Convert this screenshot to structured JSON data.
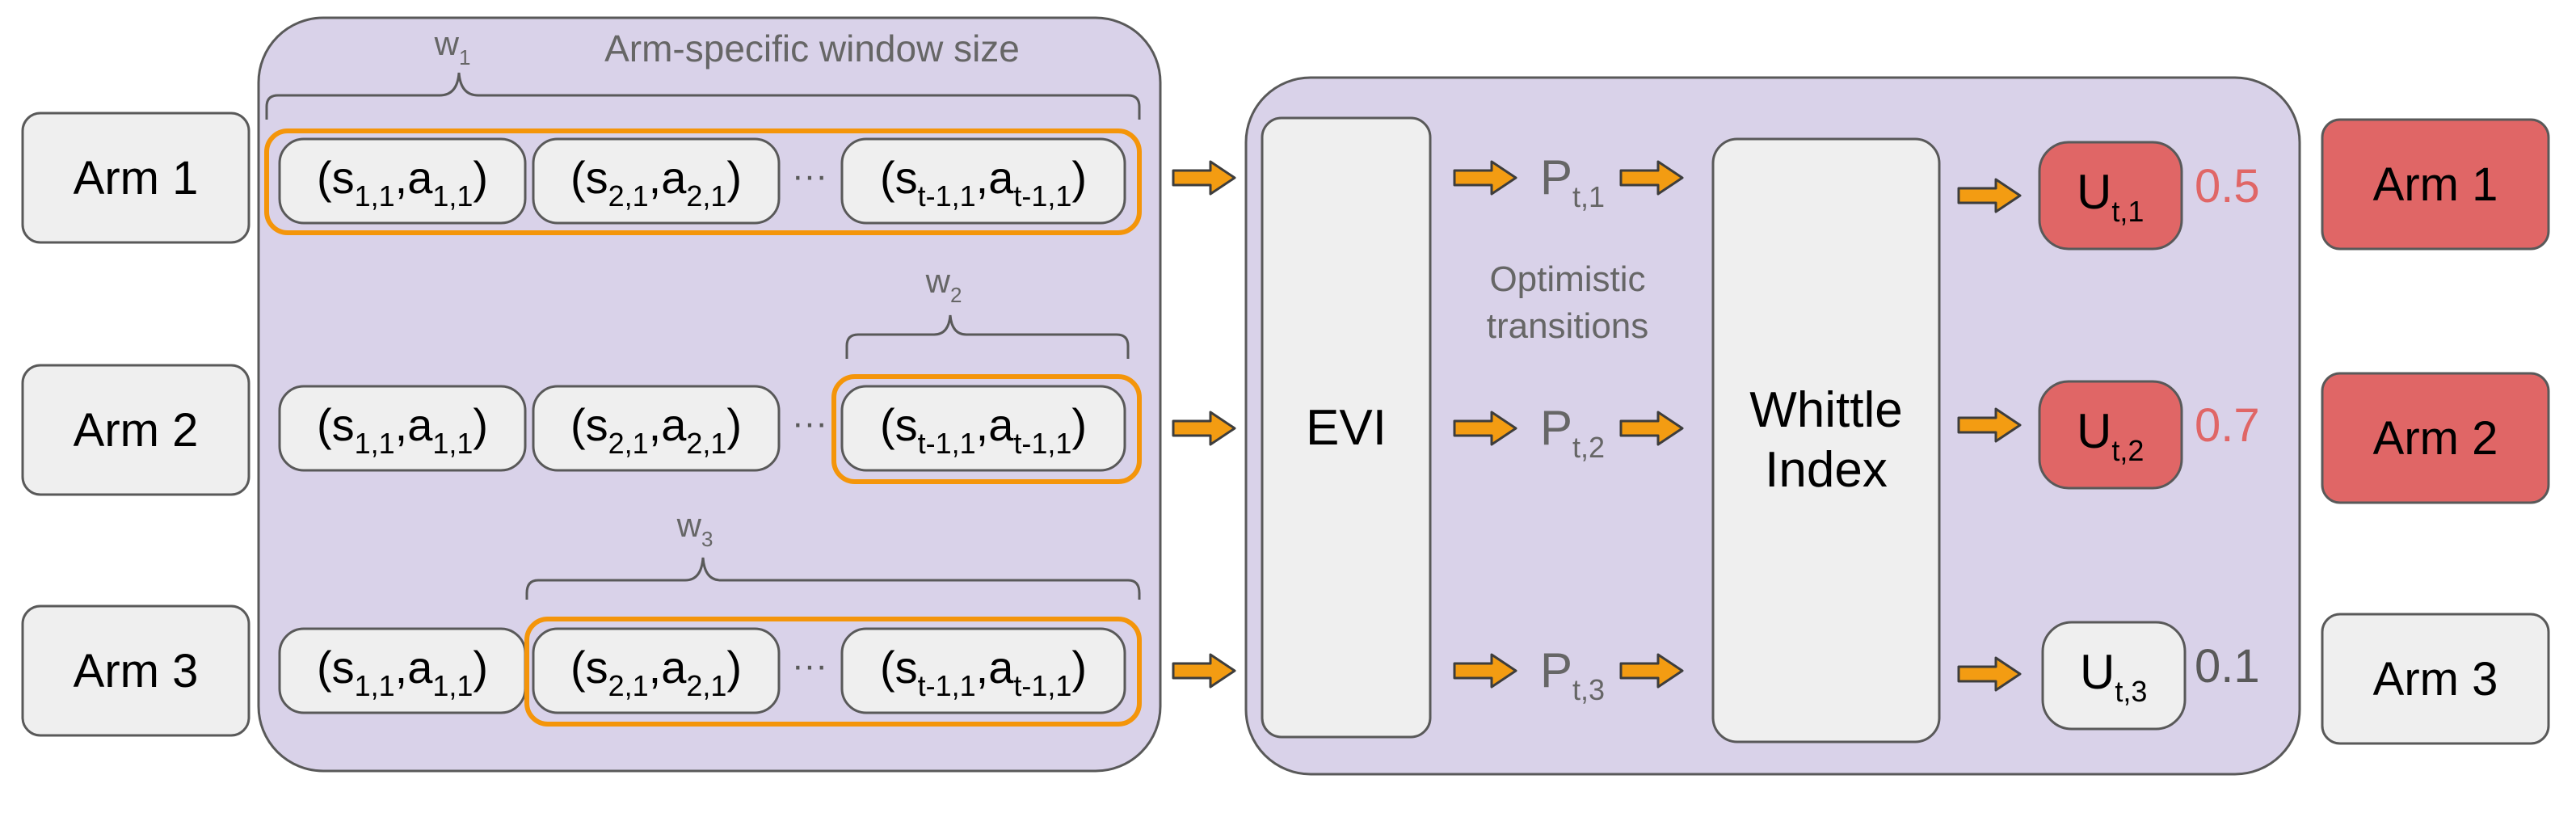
{
  "left_arms": [
    "Arm 1",
    "Arm 2",
    "Arm 3"
  ],
  "window_panel": {
    "title": "Arm-specific window size",
    "window_labels": [
      {
        "main": "w",
        "sub": "1"
      },
      {
        "main": "w",
        "sub": "2"
      },
      {
        "main": "w",
        "sub": "3"
      }
    ],
    "tuple_first": {
      "s": "s",
      "s_sub": "1,1",
      "a": "a",
      "a_sub": "1,1"
    },
    "tuple_second": {
      "s": "s",
      "s_sub": "2,1",
      "a": "a",
      "a_sub": "2,1"
    },
    "tuple_last": {
      "s": "s",
      "s_sub": "t-1,1",
      "a": "a",
      "a_sub": "t-1,1"
    },
    "ellipsis": "···"
  },
  "evi_panel": {
    "evi_label": "EVI",
    "optimistic_label": [
      "Optimistic",
      "transitions"
    ],
    "transitions": [
      {
        "main": "P",
        "sub": "t,1"
      },
      {
        "main": "P",
        "sub": "t,2"
      },
      {
        "main": "P",
        "sub": "t,3"
      }
    ],
    "whittle_label": [
      "Whittle",
      "Index"
    ],
    "indices": [
      {
        "main": "U",
        "sub": "t,1",
        "value": "0.5",
        "selected": true
      },
      {
        "main": "U",
        "sub": "t,2",
        "value": "0.7",
        "selected": true
      },
      {
        "main": "U",
        "sub": "t,3",
        "value": "0.1",
        "selected": false
      }
    ]
  },
  "right_arms": [
    {
      "label": "Arm 1",
      "selected": true
    },
    {
      "label": "Arm 2",
      "selected": true
    },
    {
      "label": "Arm 3",
      "selected": false
    }
  ],
  "colors": {
    "panel_fill": "#d9d2e9",
    "box_fill": "#efefef",
    "stroke": "#595959",
    "highlight": "#f4950a",
    "arrow_fill": "#f39c12",
    "selected_fill": "#e06666",
    "selected_text": "#e06666",
    "muted_text": "#595959",
    "gray_label": "#666666"
  }
}
